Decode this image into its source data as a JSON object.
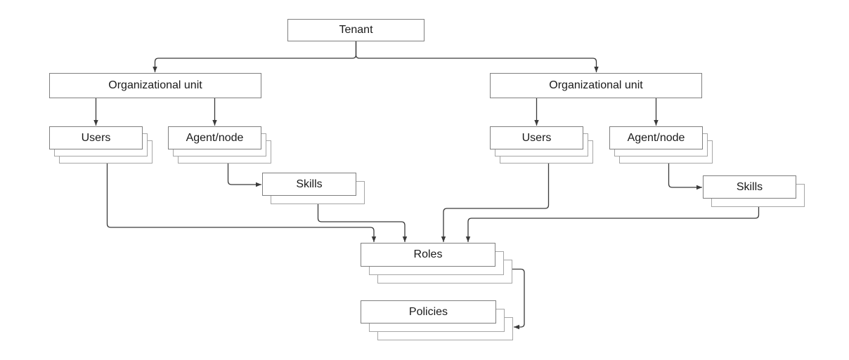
{
  "diagram": {
    "type": "hierarchy-flowchart",
    "nodes": {
      "tenant": {
        "label": "Tenant"
      },
      "org_unit_left": {
        "label": "Organizational unit"
      },
      "users_left": {
        "label": "Users"
      },
      "agent_node_left": {
        "label": "Agent/node"
      },
      "skills_left": {
        "label": "Skills"
      },
      "org_unit_right": {
        "label": "Organizational unit"
      },
      "users_right": {
        "label": "Users"
      },
      "agent_node_right": {
        "label": "Agent/node"
      },
      "skills_right": {
        "label": "Skills"
      },
      "roles": {
        "label": "Roles"
      },
      "policies": {
        "label": "Policies"
      }
    },
    "edges": [
      {
        "from": "tenant",
        "to": "org_unit_left"
      },
      {
        "from": "tenant",
        "to": "org_unit_right"
      },
      {
        "from": "org_unit_left",
        "to": "users_left"
      },
      {
        "from": "org_unit_left",
        "to": "agent_node_left"
      },
      {
        "from": "org_unit_right",
        "to": "users_right"
      },
      {
        "from": "org_unit_right",
        "to": "agent_node_right"
      },
      {
        "from": "agent_node_left",
        "to": "skills_left"
      },
      {
        "from": "agent_node_right",
        "to": "skills_right"
      },
      {
        "from": "users_left",
        "to": "roles"
      },
      {
        "from": "skills_left",
        "to": "roles"
      },
      {
        "from": "users_right",
        "to": "roles"
      },
      {
        "from": "skills_right",
        "to": "roles"
      },
      {
        "from": "roles",
        "to": "policies"
      }
    ],
    "multi_instance_nodes": [
      "users_left",
      "agent_node_left",
      "skills_left",
      "users_right",
      "agent_node_right",
      "skills_right",
      "roles",
      "policies"
    ],
    "colors": {
      "background": "#ffffff",
      "box_border": "#7f7f7f",
      "stack_shadow_border": "#a6a6a6",
      "connector": "#3a3a3a",
      "text": "#1a1a1a"
    }
  }
}
